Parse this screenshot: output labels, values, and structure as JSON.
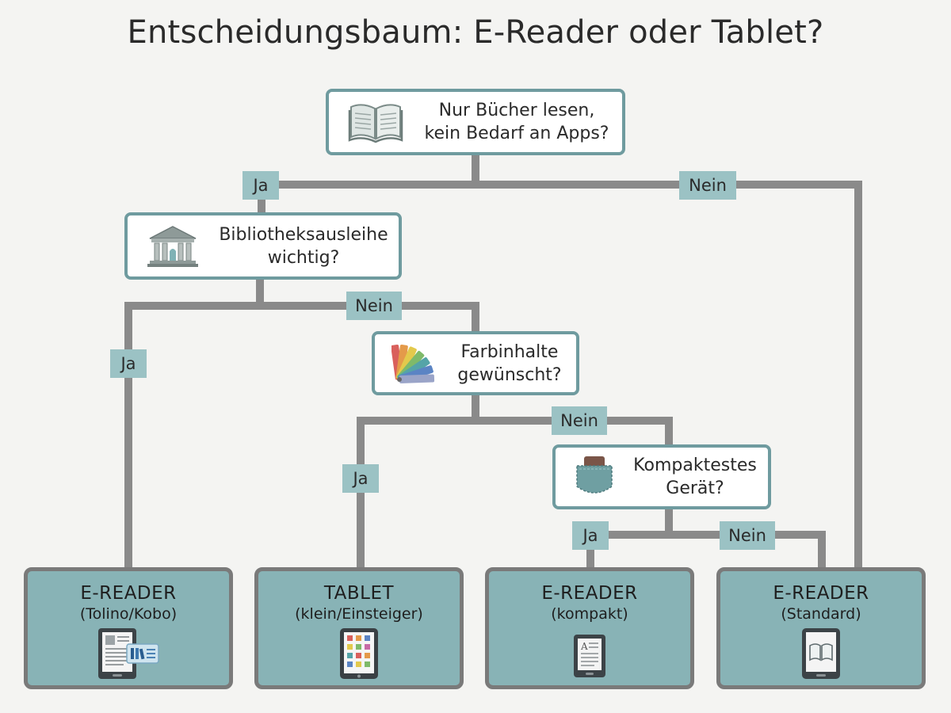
{
  "title": "Entscheidungsbaum: E-Reader oder Tablet?",
  "questions": {
    "q1": {
      "text": "Nur Bücher lesen,\nkein Bedarf an Apps?",
      "icon": "open-book-icon"
    },
    "q2": {
      "text": "Bibliotheksausleihe\nwichtig?",
      "icon": "library-building-icon"
    },
    "q3": {
      "text": "Farbinhalte\ngewünscht?",
      "icon": "color-swatch-fan-icon"
    },
    "q4": {
      "text": "Kompaktestes\nGerät?",
      "icon": "pocket-device-icon"
    }
  },
  "edges": {
    "q1_yes": "Ja",
    "q1_no": "Nein",
    "q2_yes": "Ja",
    "q2_no": "Nein",
    "q3_yes": "Ja",
    "q3_no": "Nein",
    "q4_yes": "Ja",
    "q4_no": "Nein"
  },
  "results": [
    {
      "title": "E-READER",
      "subtitle": "(Tolino/Kobo)",
      "icon": "ereader-library-icon"
    },
    {
      "title": "TABLET",
      "subtitle": "(klein/Einsteiger)",
      "icon": "tablet-apps-icon"
    },
    {
      "title": "E-READER",
      "subtitle": "(kompakt)",
      "icon": "ereader-compact-icon"
    },
    {
      "title": "E-READER",
      "subtitle": "(Standard)",
      "icon": "ereader-standard-icon"
    }
  ],
  "colors": {
    "background": "#f4f4f2",
    "connector": "#8a8a8a",
    "question_border": "#6f9b9f",
    "edge_label_fill": "#9bc2c4",
    "result_fill": "#88b3b6",
    "result_border": "#7a7a7a"
  }
}
